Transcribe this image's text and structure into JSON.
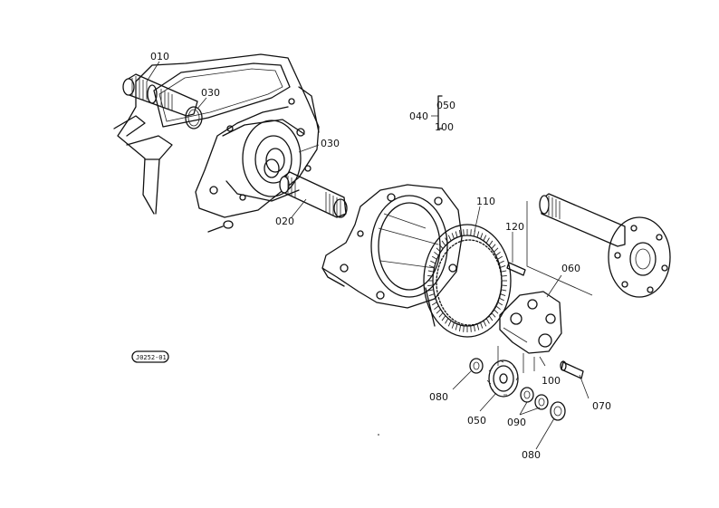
{
  "labels": {
    "p010": "010",
    "p030a": "030",
    "p030b": "030",
    "p020": "020",
    "p040": "040",
    "p050top": "050",
    "p100top": "100",
    "p110": "110",
    "p120": "120",
    "p060": "060",
    "p100": "100",
    "p070": "070",
    "p080a": "080",
    "p050": "050",
    "p090": "090",
    "p080b": "080"
  },
  "drawing_code": "J0252-01"
}
